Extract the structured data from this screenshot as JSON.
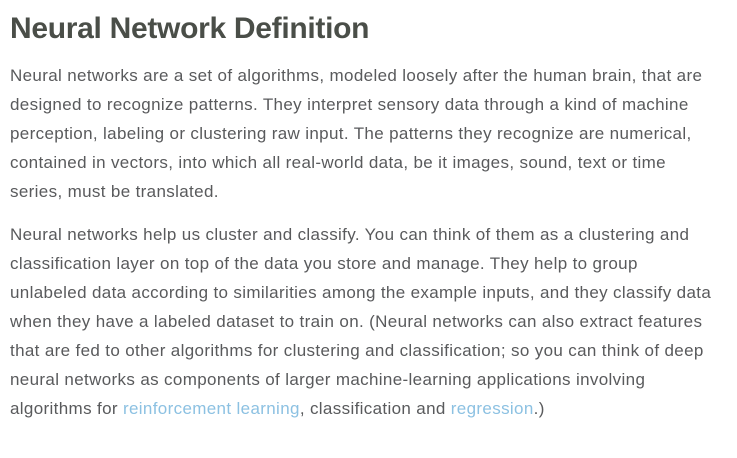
{
  "article": {
    "title": "Neural Network Definition",
    "paragraph_1": "Neural networks are a set of algorithms, modeled loosely after the human brain, that are designed to recognize patterns. They interpret sensory data through a kind of machine perception, labeling or clustering raw input. The patterns they recognize are numerical, contained in vectors, into which all real-world data, be it images, sound, text or time series, must be translated.",
    "paragraph_2_segments": [
      {
        "type": "text",
        "text": "Neural networks help us cluster and classify. You can think of them as a clustering and classification layer on top of the data you store and manage. They help to group unlabeled data according to similarities among the example inputs, and they classify data when they have a labeled dataset to train on. (Neural networks can also extract features that are fed to other algorithms for clustering and classification; so you can think of deep neural networks as components of larger machine-learning applications involving algorithms for "
      },
      {
        "type": "link",
        "text": "reinforcement learning"
      },
      {
        "type": "text",
        "text": ", classification and "
      },
      {
        "type": "link",
        "text": "regression"
      },
      {
        "type": "text",
        "text": ".)"
      }
    ],
    "colors": {
      "heading": "#4a4e48",
      "body_text": "#595a5c",
      "link": "#8cc1e2",
      "background": "#ffffff"
    }
  }
}
